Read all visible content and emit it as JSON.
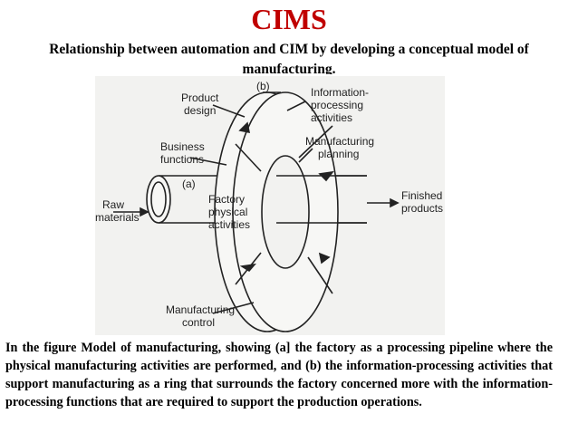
{
  "header": {
    "title": "CIMS",
    "subtitle": "Relationship between automation and CIM by developing a conceptual model of manufacturing."
  },
  "figure": {
    "labels": {
      "b": "(b)",
      "info_line1": "Information-",
      "info_line2": "processing",
      "info_line3": "activities",
      "product_line1": "Product",
      "product_line2": "design",
      "mfg_plan_line1": "Manufacturing",
      "mfg_plan_line2": "planning",
      "business_line1": "Business",
      "business_line2": "functions",
      "a": "(a)",
      "factory_line1": "Factory",
      "factory_line2": "physical",
      "factory_line3": "activities",
      "raw_line1": "Raw",
      "raw_line2": "materials",
      "finished_line1": "Finished",
      "finished_line2": "products",
      "mfg_ctrl_line1": "Manufacturing",
      "mfg_ctrl_line2": "control"
    },
    "colors": {
      "ink": "#222222",
      "background": "#f2f2f0"
    }
  },
  "caption": {
    "text": "In the figure  Model of manufacturing, showing (a] the factory as a processing pipeline where the physical manufacturing activities are performed, and (b) the information-processing activities that support manufacturing as a ring that surrounds the factory concerned more with the information-processing functions that are required to support the production operations."
  },
  "colors": {
    "title": "#c00000",
    "text": "#000000"
  }
}
